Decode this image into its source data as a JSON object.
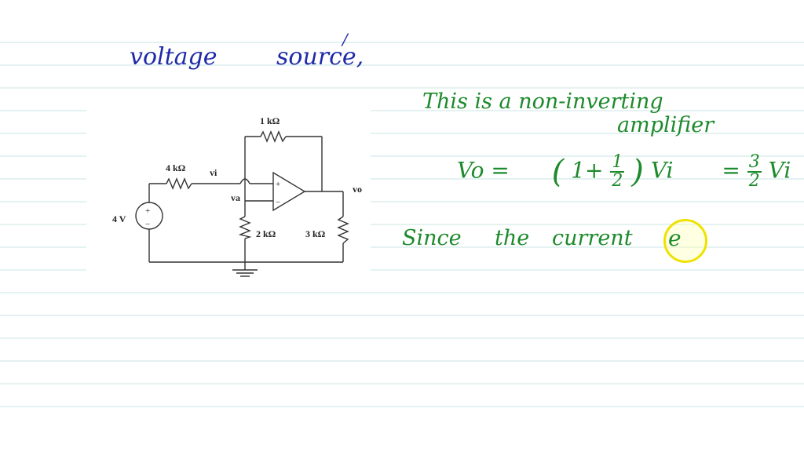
{
  "notes": {
    "heading_line": [
      "voltage",
      "source,"
    ],
    "line1": "This is a non-inverting",
    "line2": "amplifier",
    "eq_lhs": "Vo =",
    "eq_paren_open": "(",
    "eq_one_plus": "1+",
    "eq_frac1_num": "1",
    "eq_frac1_den": "2",
    "eq_paren_close": ")",
    "eq_vi": "Vi",
    "eq_equals": "=",
    "eq_frac2_num": "3",
    "eq_frac2_den": "2",
    "eq_vi2": "Vi",
    "line3": [
      "Since",
      "the",
      "current"
    ],
    "cursor_char": "e"
  },
  "circuit": {
    "source_voltage": "4 V",
    "source_plus": "+",
    "source_minus": "−",
    "r_input": "4 kΩ",
    "r_feedback": "1 kΩ",
    "r_ground": "2 kΩ",
    "r_load": "3 kΩ",
    "node_vi": "vi",
    "node_va": "va",
    "node_vo": "vo",
    "opamp_plus": "+",
    "opamp_minus": "−"
  },
  "colors": {
    "paper": "#ffffff",
    "rule_line": "#c8e6e6",
    "heading_ink": "#1e2aa8",
    "notes_ink": "#1d8a2c",
    "cursor_highlight": "#efe100"
  }
}
